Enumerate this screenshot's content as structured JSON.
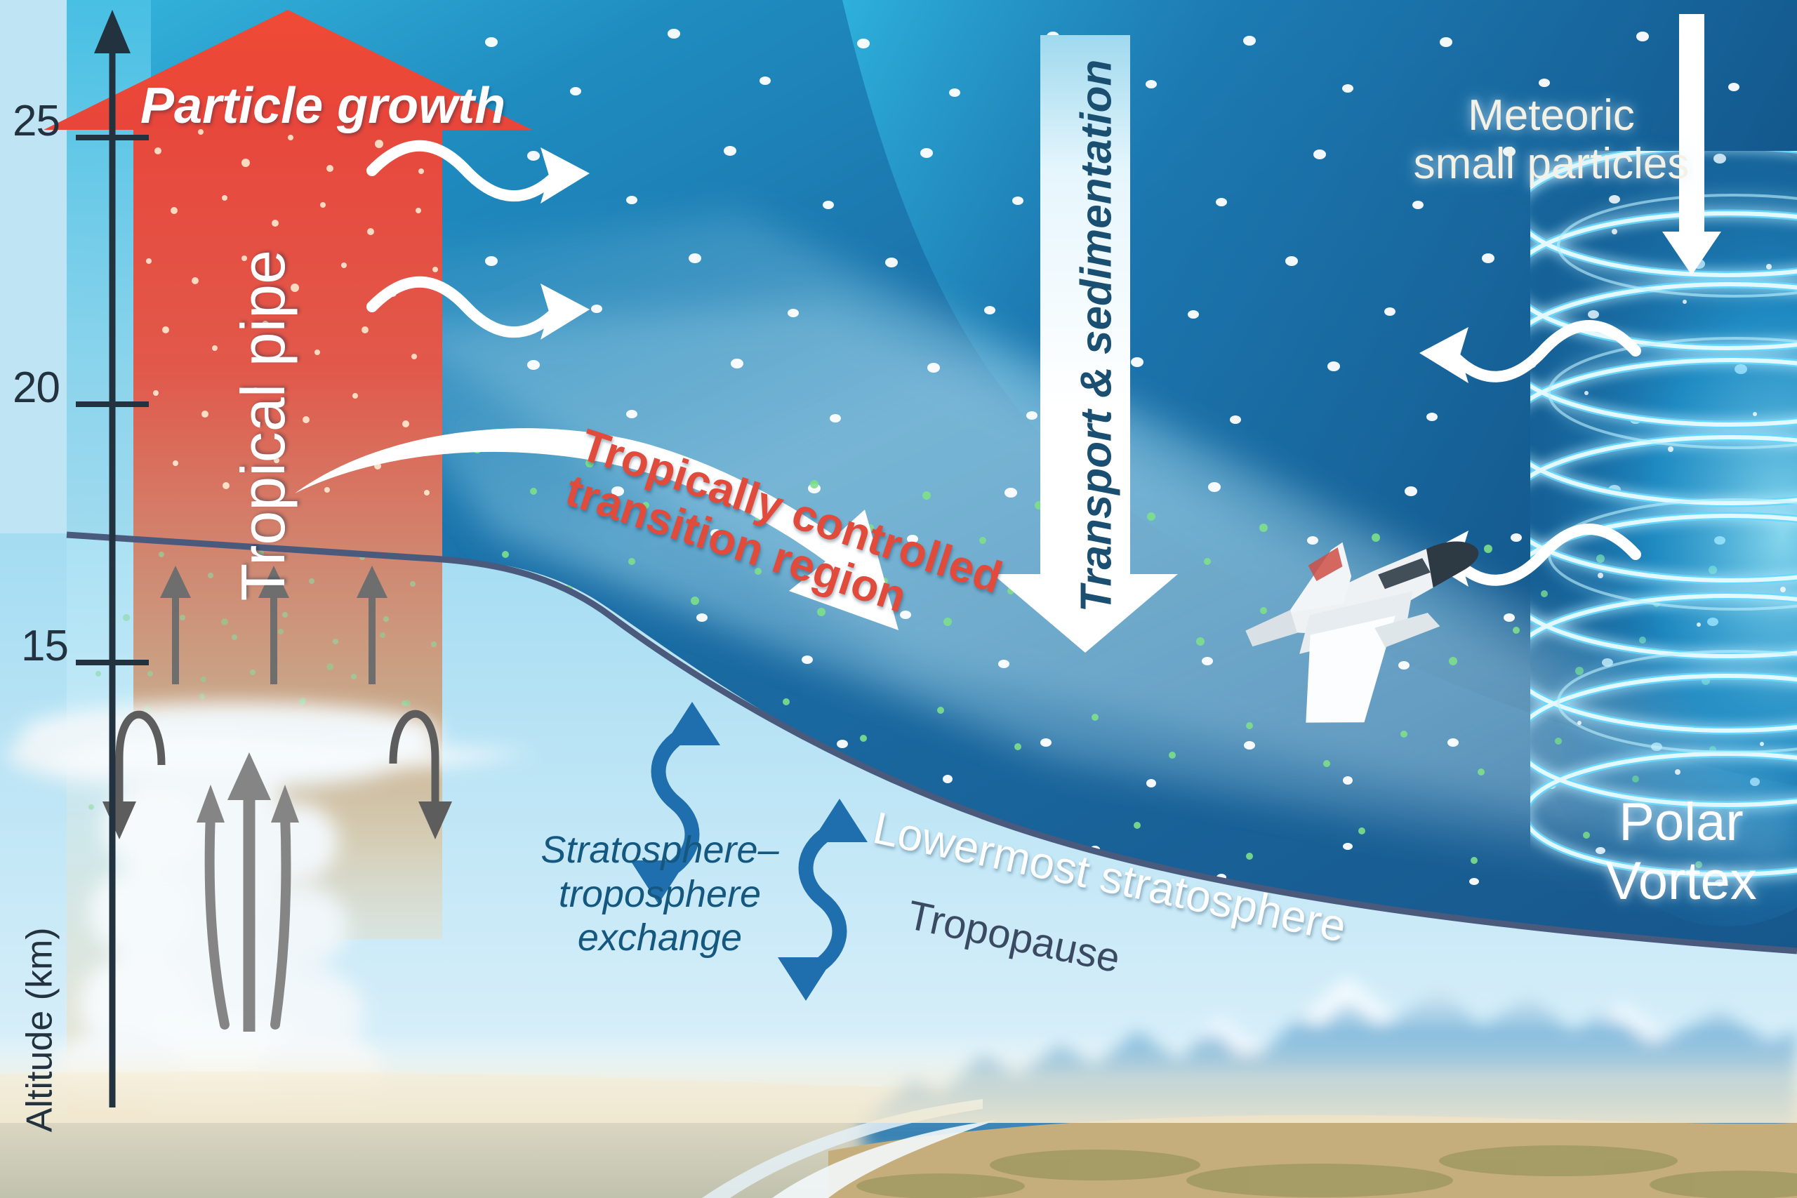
{
  "figure": {
    "domain": "atmospheric-science-schematic",
    "axis": {
      "title": "Altitude (km)",
      "ticks": [
        {
          "value": "25",
          "km": 25
        },
        {
          "value": "20",
          "km": 20
        },
        {
          "value": "15",
          "km": 15
        }
      ]
    },
    "labels": {
      "particle_growth": "Particle growth",
      "tropical_pipe": "Tropical pipe",
      "transport_sedimentation": "Transport & sedimentation",
      "tropically_controlled_transition_region_line1": "Tropically controlled",
      "tropically_controlled_transition_region_line2": "transition region",
      "meteoric_line1": "Meteoric",
      "meteoric_line2": "small particles",
      "polar_vortex_line1": "Polar",
      "polar_vortex_line2": "Vortex",
      "lowermost_stratosphere": "Lowermost stratosphere",
      "tropopause": "Tropopause",
      "ste_line1": "Stratosphere–",
      "ste_line2": "troposphere",
      "ste_line3": "exchange"
    },
    "colors": {
      "pipe_red": "#e8463a",
      "pipe_red_fade": "#c9a98f",
      "sky_deep_blue": "#18598d",
      "sky_mid_blue": "#2aa4d0",
      "sky_pale_blue": "#bfe6f7",
      "vortex_cyan": "#23c6ff",
      "tropopause_line": "#4a5a7c",
      "label_red": "#e04b3c",
      "label_dark_blue": "#1a4f72",
      "axis_ink": "#23323f",
      "ground_tan": "#cbb188",
      "mountain_blue": "#2f7fb5"
    },
    "icons": [
      {
        "name": "upward-arrow-particle-growth",
        "direction": "up"
      },
      {
        "name": "downward-arrow-transport-sedimentation",
        "direction": "down"
      },
      {
        "name": "downward-arrow-meteoric-input",
        "direction": "down"
      },
      {
        "name": "curved-arrow-poleward-transport",
        "direction": "right-down"
      },
      {
        "name": "wavy-arrow-pipe-leak",
        "count": 2,
        "direction": "right"
      },
      {
        "name": "wavy-arrow-vortex-leak",
        "count": 2,
        "direction": "left"
      },
      {
        "name": "squiggle-double-arrow-ste",
        "count": 2,
        "direction": "up-down"
      },
      {
        "name": "updraft-arrow",
        "count": 3,
        "direction": "up"
      },
      {
        "name": "overshoot-arrow",
        "count": 3,
        "direction": "up"
      },
      {
        "name": "downdraft-curl-arrow",
        "count": 2,
        "direction": "down"
      },
      {
        "name": "research-aircraft",
        "description": "high-altitude research jet"
      },
      {
        "name": "thunderstorm-anvil-cloud",
        "description": "cumulonimbus with anvil"
      },
      {
        "name": "polar-vortex-spiral",
        "description": "glowing helical vortex"
      },
      {
        "name": "mountain-range",
        "description": "snow-capped coastal mountains"
      }
    ]
  }
}
